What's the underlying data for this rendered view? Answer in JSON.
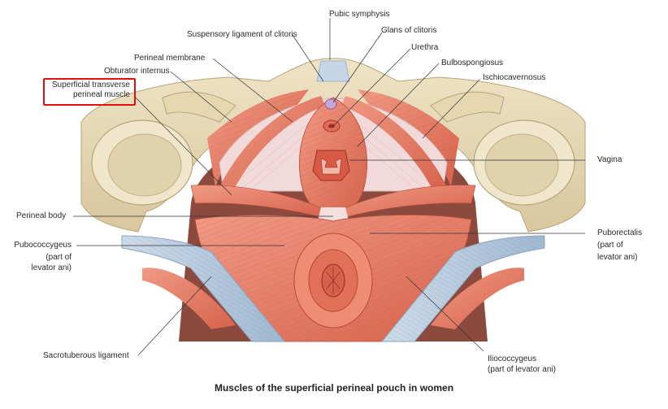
{
  "labels": {
    "pubic_symphysis": "Pubic symphysis",
    "suspensory_ligament": "Suspensory ligament of clitoris",
    "glans_clitoris": "Glans of clitoris",
    "urethra": "Urethra",
    "perineal_membrane": "Perineal membrane",
    "bulbospongiosus": "Bulbospongiosus",
    "obturator_internus": "Obturator internus",
    "ischiocavernosus": "Ischiocavernosus",
    "superficial_transverse_1": "Superficial transverse",
    "superficial_transverse_2": "perineal muscle",
    "vagina": "Vagina",
    "perineal_body": "Perineal body",
    "puborectalis_1": "Puborectalis",
    "puborectalis_2": "(part of",
    "puborectalis_3": "levator ani)",
    "pubococcygeus_1": "Pubococcygeus",
    "pubococcygeus_2": "(part of",
    "pubococcygeus_3": "levator ani)",
    "sacrotuberous": "Sacrotuberous ligament",
    "iliococcygeus_1": "Iliococcygeus",
    "iliococcygeus_2": "(part of levator ani)"
  },
  "caption": "Muscles of the superficial perineal pouch in women",
  "highlight_color": "#e01010",
  "colors": {
    "bone": "#e8dcbc",
    "bone_shade": "#c9b88f",
    "muscle": "#e8806a",
    "muscle_dark": "#c9523f",
    "membrane": "#f1d6d6",
    "ligament": "#b9cde0"
  }
}
